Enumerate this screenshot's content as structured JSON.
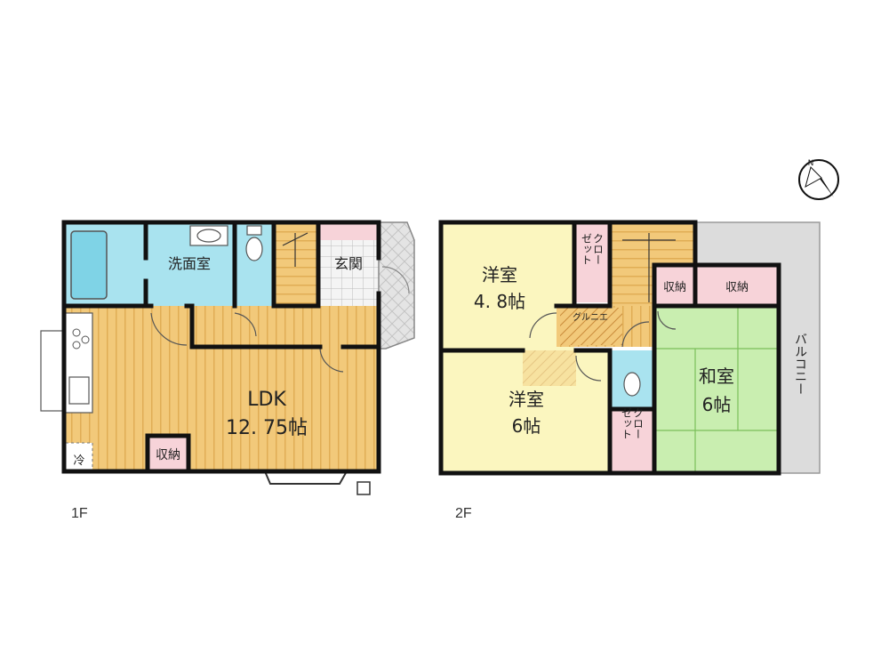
{
  "floors": {
    "first": {
      "label": "1F",
      "rooms": {
        "washroom": "洗面室",
        "entrance": "玄関",
        "ldk_name": "LDK",
        "ldk_size": "12. 75帖",
        "storage": "収納",
        "fridge": "冷"
      }
    },
    "second": {
      "label": "2F",
      "rooms": {
        "western1_name": "洋室",
        "western1_size": "4. 8帖",
        "closet1": "クロー\nゼット",
        "storage_a": "収納",
        "storage_b": "収納",
        "western2_name": "洋室",
        "western2_size": "6帖",
        "closet2": "クロー\nゼット",
        "japanese_name": "和室",
        "japanese_size": "6帖",
        "balcony": "バルコニー",
        "hobby": "グルニエ"
      }
    }
  },
  "compass": {
    "label": "N"
  },
  "colors": {
    "wood": "#f2c97a",
    "wood_stripe": "#e0ad55",
    "bath_blue": "#a9e3ef",
    "western_yellow": "#fbf6bf",
    "tatami_green": "#c9eeb0",
    "pink_storage": "#f7d3d9",
    "balcony_grey": "#dcdcdc",
    "wall": "#111111"
  }
}
